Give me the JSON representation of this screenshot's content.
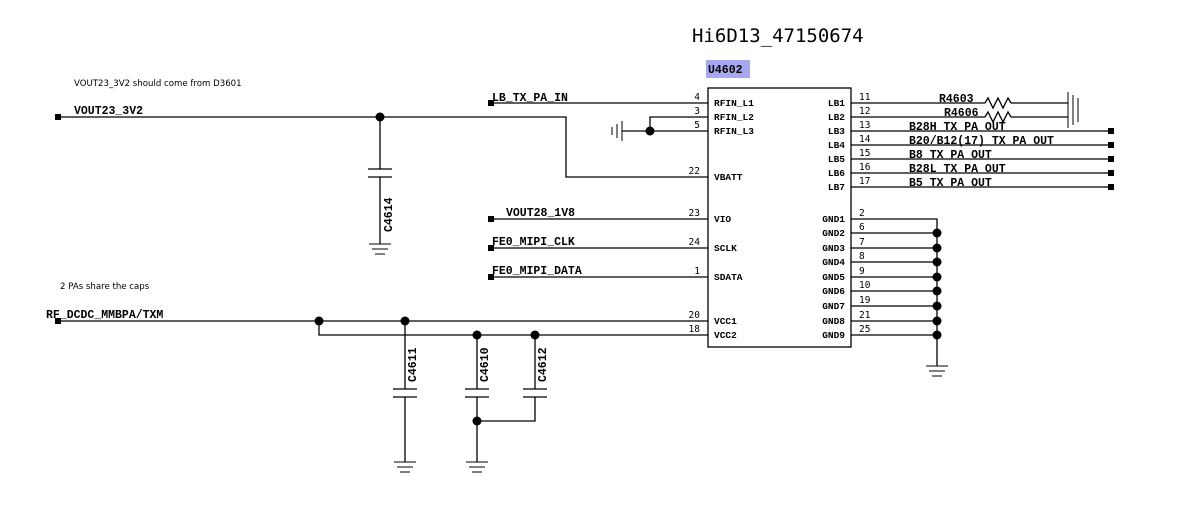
{
  "title": "Hi6D13_47150674",
  "refdes": "U4602",
  "notes": {
    "vout_note": "VOUT23_3V2 should come from D3601",
    "caps_note": "2 PAs share the caps"
  },
  "nets": {
    "vout23": "VOUT23_3V2",
    "lb_tx": "LB_TX_PA_IN",
    "vout28": "VOUT28_1V8",
    "mipi_clk": "FE0_MIPI_CLK",
    "mipi_data": "FE0_MIPI_DATA",
    "rf_dcdc": "RF_DCDC_MMBPA/TXM",
    "b28h": "B28H_TX_PA_OUT",
    "b20": "B20/B12(17)_TX_PA_OUT",
    "b8": "B8_TX_PA_OUT",
    "b28l": "B28L_TX_PA_OUT",
    "b5": "B5_TX_PA_OUT"
  },
  "resistors": {
    "r1": "R4603",
    "r2": "R4606"
  },
  "capacitors": {
    "c4614": "C4614",
    "c4611": "C4611",
    "c4610": "C4610",
    "c4612": "C4612"
  },
  "left_pins": [
    {
      "num": "4",
      "name": "RFIN_L1"
    },
    {
      "num": "3",
      "name": "RFIN_L2"
    },
    {
      "num": "5",
      "name": "RFIN_L3"
    },
    {
      "num": "22",
      "name": "VBATT"
    },
    {
      "num": "23",
      "name": "VIO"
    },
    {
      "num": "24",
      "name": "SCLK"
    },
    {
      "num": "1",
      "name": "SDATA"
    },
    {
      "num": "20",
      "name": "VCC1"
    },
    {
      "num": "18",
      "name": "VCC2"
    }
  ],
  "right_pins_lb": [
    {
      "num": "11",
      "name": "LB1"
    },
    {
      "num": "12",
      "name": "LB2"
    },
    {
      "num": "13",
      "name": "LB3"
    },
    {
      "num": "14",
      "name": "LB4"
    },
    {
      "num": "15",
      "name": "LB5"
    },
    {
      "num": "16",
      "name": "LB6"
    },
    {
      "num": "17",
      "name": "LB7"
    }
  ],
  "right_pins_gnd": [
    {
      "num": "2",
      "name": "GND1"
    },
    {
      "num": "6",
      "name": "GND2"
    },
    {
      "num": "7",
      "name": "GND3"
    },
    {
      "num": "8",
      "name": "GND4"
    },
    {
      "num": "9",
      "name": "GND5"
    },
    {
      "num": "10",
      "name": "GND6"
    },
    {
      "num": "19",
      "name": "GND7"
    },
    {
      "num": "21",
      "name": "GND8"
    },
    {
      "num": "25",
      "name": "GND9"
    }
  ]
}
